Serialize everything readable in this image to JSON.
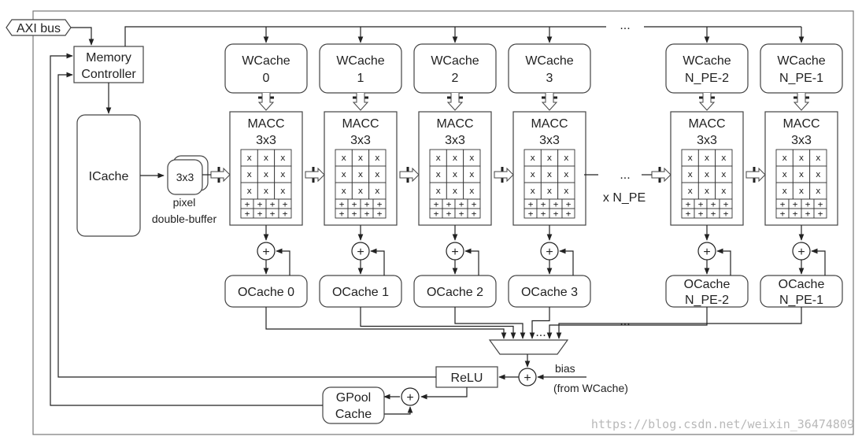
{
  "axi_bus": "AXI bus",
  "memory_controller": [
    "Memory",
    "Controller"
  ],
  "icache": "ICache",
  "pixel_buffer": {
    "core": "3x3",
    "caption": [
      "pixel",
      "double-buffer"
    ]
  },
  "pe_columns": [
    {
      "wcache": [
        "WCache",
        "0"
      ],
      "ocache": [
        "OCache 0"
      ]
    },
    {
      "wcache": [
        "WCache",
        "1"
      ],
      "ocache": [
        "OCache 1"
      ]
    },
    {
      "wcache": [
        "WCache",
        "2"
      ],
      "ocache": [
        "OCache 2"
      ]
    },
    {
      "wcache": [
        "WCache",
        "3"
      ],
      "ocache": [
        "OCache 3"
      ]
    },
    {
      "wcache": [
        "WCache",
        "N_PE-2"
      ],
      "ocache": [
        "OCache",
        "N_PE-2"
      ]
    },
    {
      "wcache": [
        "WCache",
        "N_PE-1"
      ],
      "ocache": [
        "OCache",
        "N_PE-1"
      ]
    }
  ],
  "macc": {
    "title": [
      "MACC",
      "3x3"
    ],
    "mult_symbol": "x",
    "add_symbol": "+"
  },
  "adder_symbol": "+",
  "ellipsis": "...",
  "array_size": "x N_PE",
  "relu": "ReLU",
  "bias": [
    "bias",
    "(from WCache)"
  ],
  "gpool_cache": [
    "GPool",
    "Cache"
  ],
  "watermark": "https://blog.csdn.net/weixin_36474809"
}
